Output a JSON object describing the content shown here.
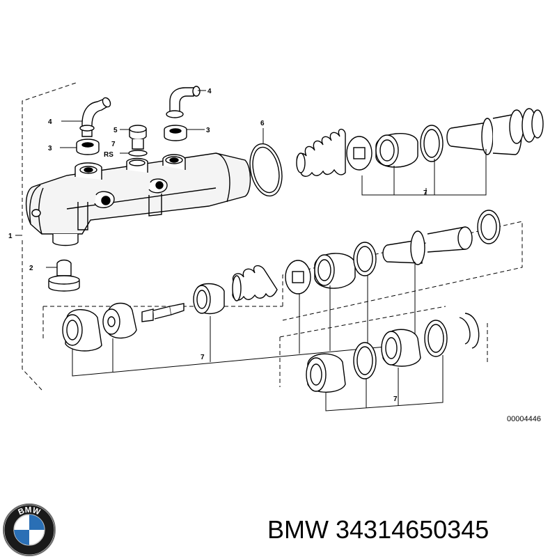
{
  "callouts": {
    "c1": "1",
    "c2": "2",
    "c3a": "3",
    "c3b": "3",
    "c4a": "4",
    "c4b": "4",
    "c5": "5",
    "c6": "6",
    "c7a": "7",
    "c7b": "7",
    "c7c": "7",
    "c7d": "7",
    "rs": "RS"
  },
  "drawing_number": "00004446",
  "caption": {
    "brand": "BMW",
    "part_number": "34314650345"
  },
  "logo_letters": "BMW",
  "colors": {
    "ink": "#000000",
    "gray_fill": "#e8e8e8",
    "logo_blue": "#2a6fb5",
    "logo_ring": "#1a1a1a"
  }
}
